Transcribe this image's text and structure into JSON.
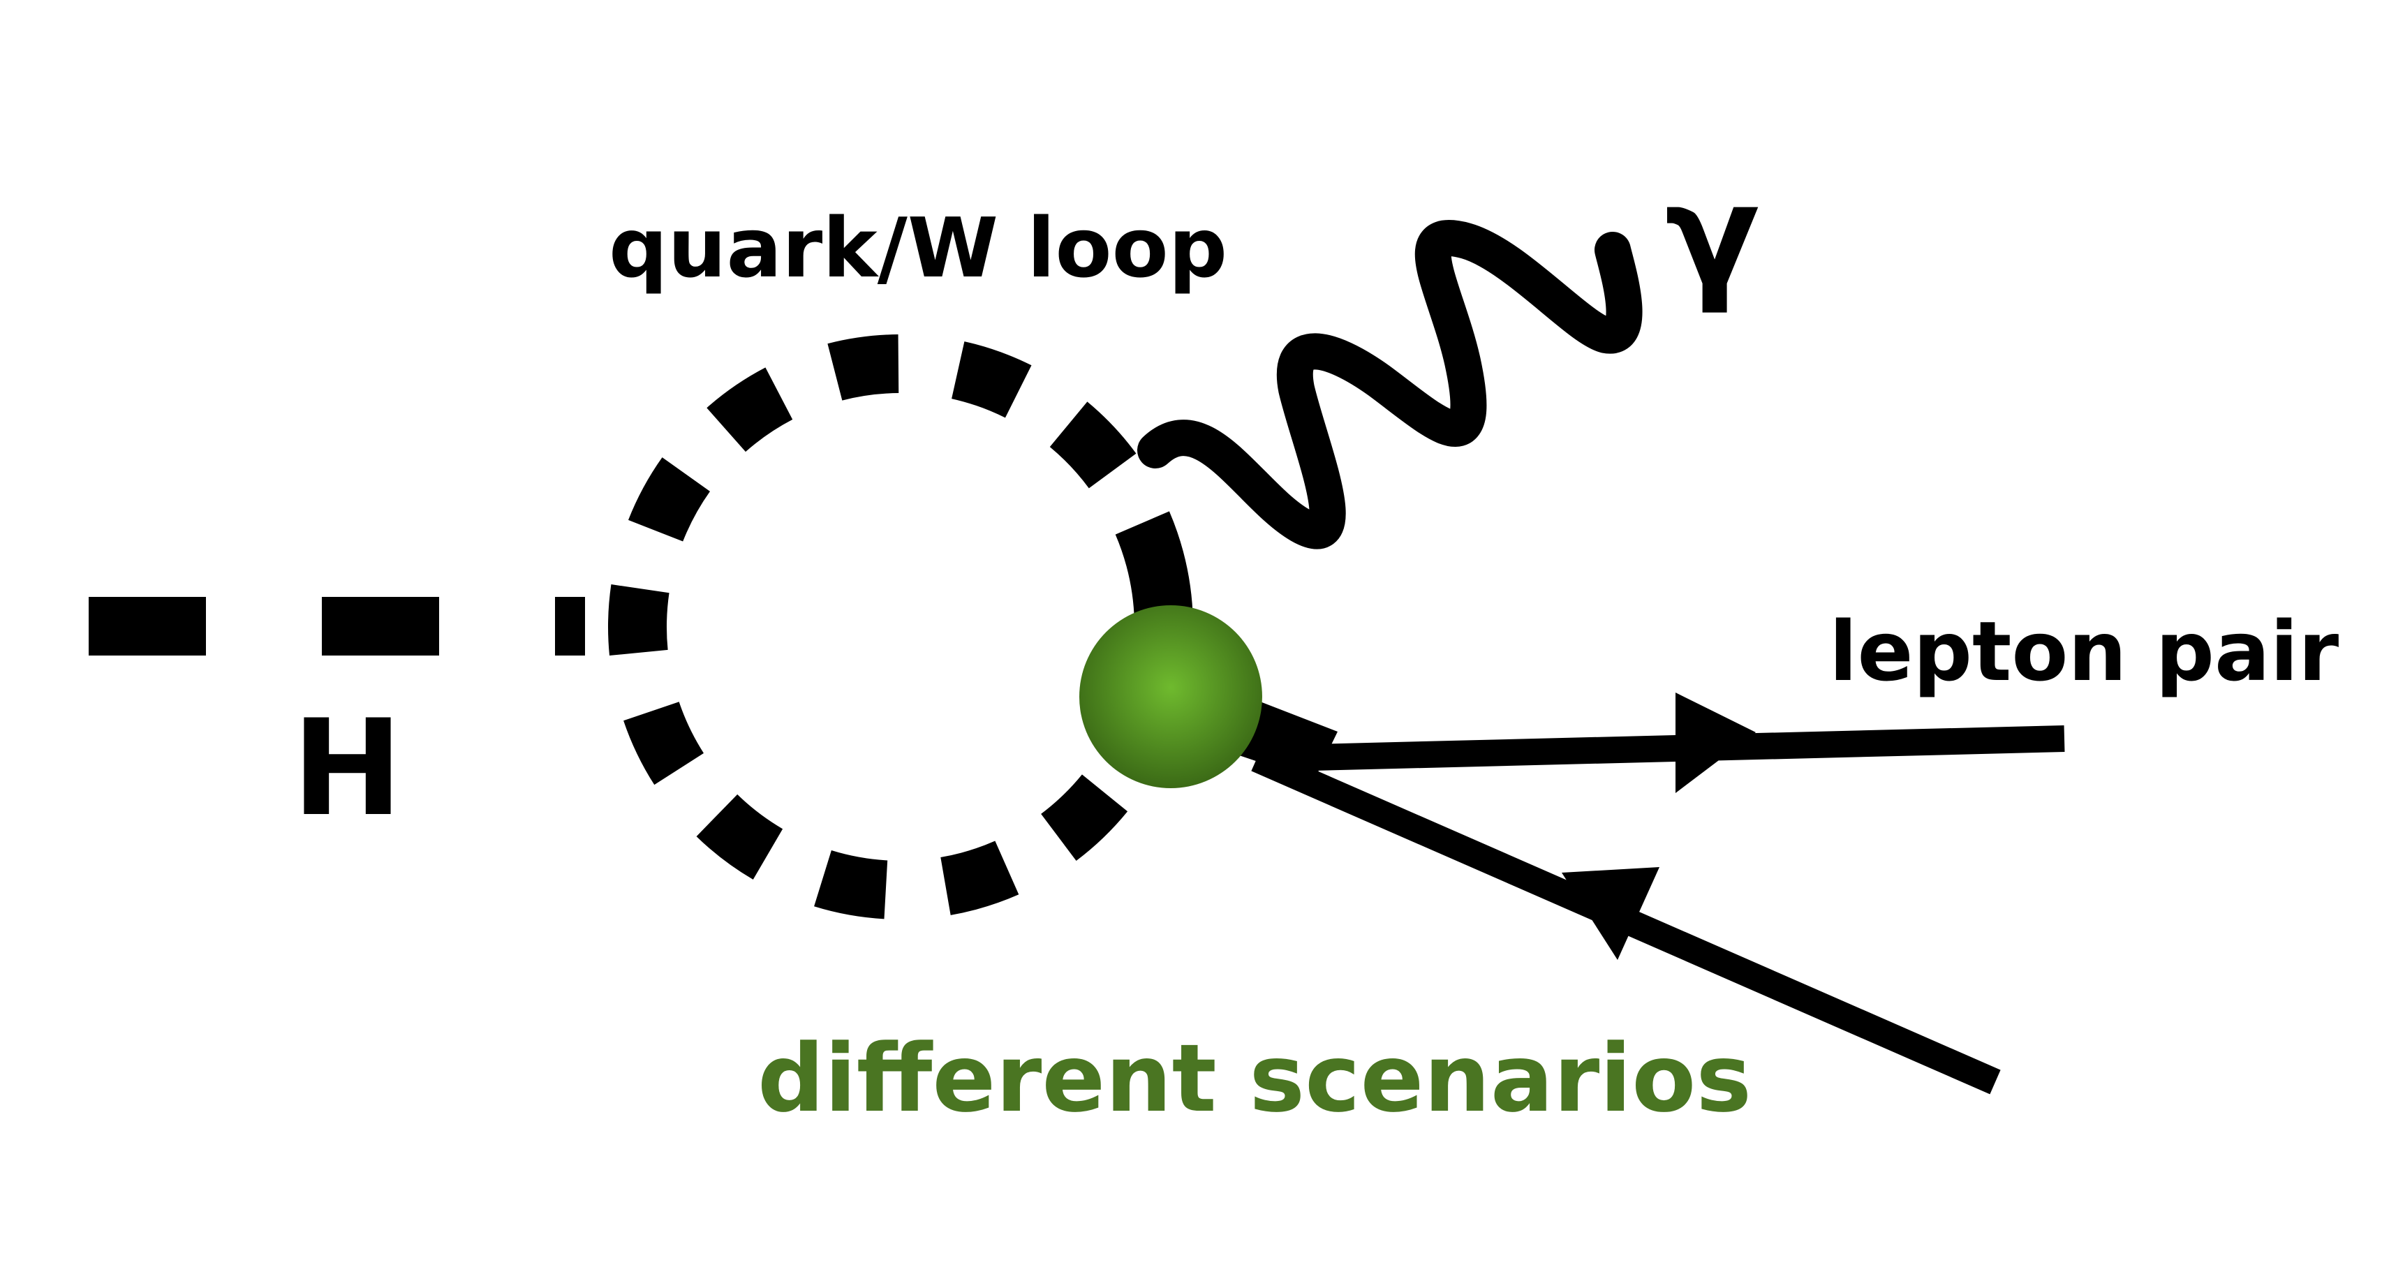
{
  "labels": {
    "higgs": "H",
    "loop": "quark/W loop",
    "photon": "γ",
    "lepton_pair": "lepton pair",
    "scenarios": "different scenarios"
  },
  "colors": {
    "line": "#000000",
    "accent_text": "#4a7522",
    "blob_center": "#6fba2e",
    "blob_edge": "#3b6a16",
    "background": "#ffffff"
  }
}
